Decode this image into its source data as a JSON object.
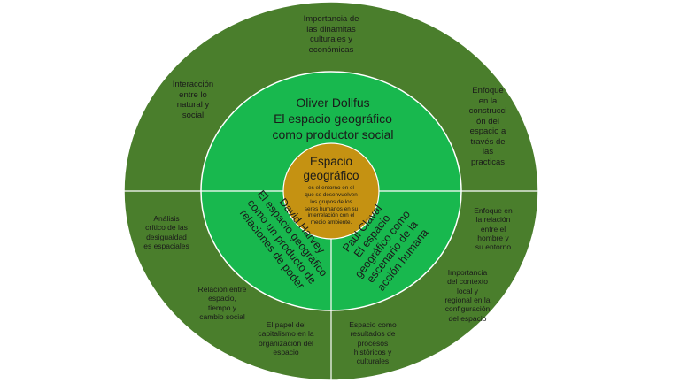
{
  "colors": {
    "outer_ring": "#4a7e2c",
    "middle_ring": "#18b84e",
    "core": "#c59212",
    "text": "#1a1a1a",
    "lines": "#ffffff"
  },
  "core": {
    "title": "Espacio\ngeográfico",
    "description": "es el entorno en el\nque se desenvuelven\nlos grupos de los\nseres humanos en su\ninterrelación con el\nmedio ambiente."
  },
  "middle": {
    "top": "Oliver Dollfus\nEl espacio geográfico\ncomo productor social",
    "left": "David Harvey\nEl espacio geográfico\ncomo un producto de\nrelaciones de poder",
    "right": "Paul Claval\nEl espacio\ngeográfico como\nescenario de la\nacción humana"
  },
  "outer": {
    "top": "Importancia de\nlas dinamitas\nculturales y\neconómicas",
    "top_left": "Interacción\nentre lo\nnatural y\nsocial",
    "top_right": "Enfoque\nen la\nconstrucci\nón del\nespacio a\ntravés de\nlas\npracticas",
    "left": "Análisis\ncrítico de las\ndesigualdad\nes espaciales",
    "bottom_left_1": "Relación entre\nespacio,\ntiempo y\ncambio social",
    "bottom_left_2": "El papel del\ncapitalismo en la\norganización del\nespacio",
    "bottom": "Espacio como\nresultados de\nprocesos\nhistóricos y\nculturales",
    "right_1": "Enfoque en\nla relación\nentre el\nhombre y\nsu entorno",
    "right_2": "Importancia\ndel contexto\nlocal y\nregional en la\nconfiguración\ndel espacio"
  }
}
